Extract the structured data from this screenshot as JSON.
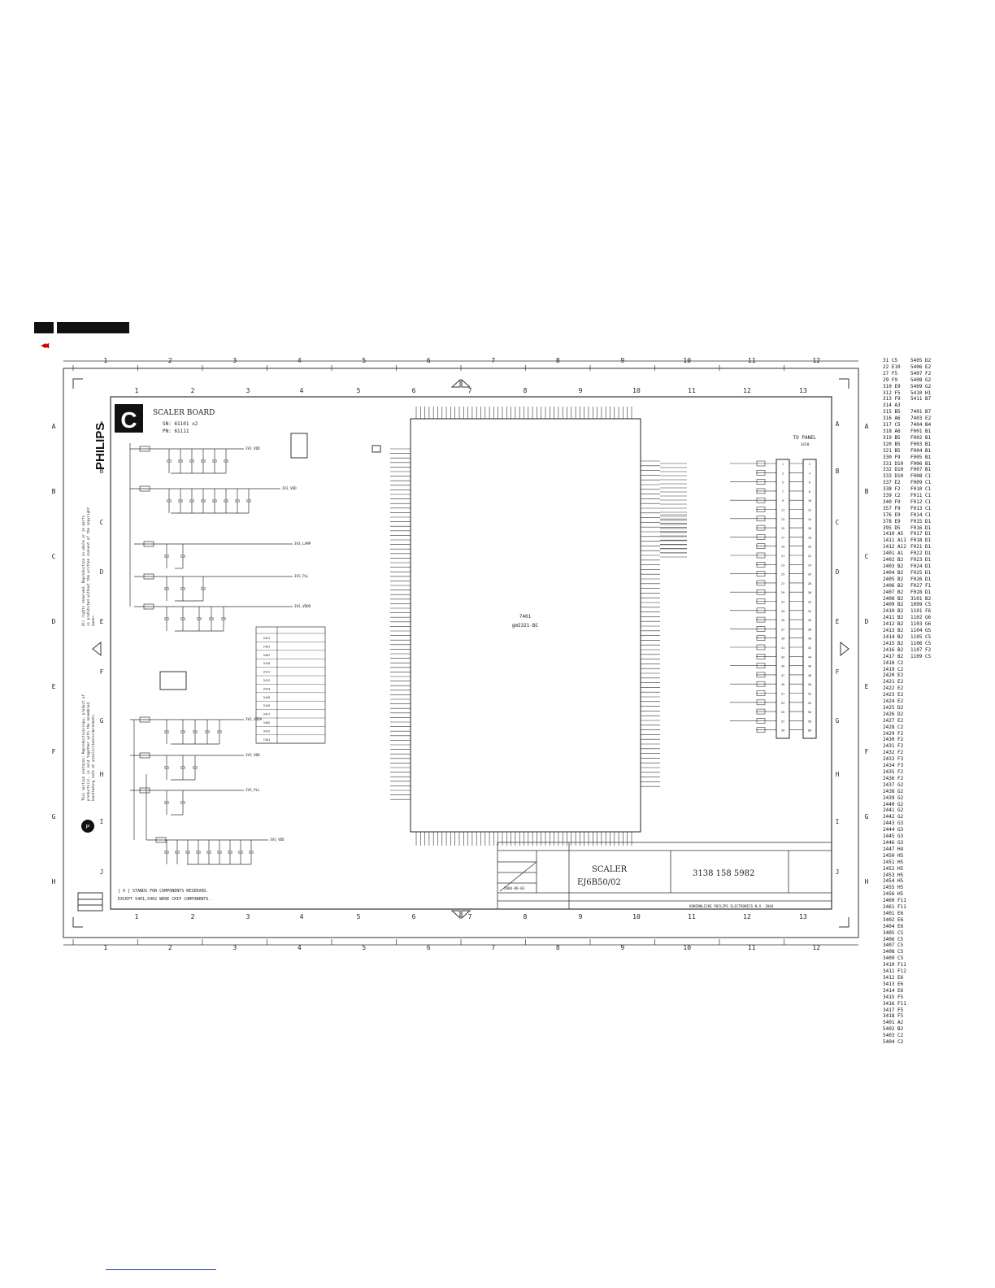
{
  "board": {
    "brand": "PHILIPS",
    "section_letter": "C",
    "title": "SCALER BOARD",
    "sn": "SN: 61101 x2",
    "pn": "PN: 61111"
  },
  "outer_columns": [
    "1",
    "2",
    "3",
    "4",
    "5",
    "6",
    "7",
    "8",
    "9",
    "10",
    "11",
    "12"
  ],
  "outer_rows_left": [
    "A",
    "B",
    "C",
    "D",
    "E",
    "F",
    "G",
    "H"
  ],
  "inner_columns": [
    "1",
    "2",
    "3",
    "4",
    "5",
    "6",
    "7",
    "8",
    "9",
    "10",
    "11",
    "12",
    "13"
  ],
  "inner_rows": [
    "A",
    "B",
    "C",
    "D",
    "E",
    "F",
    "G",
    "H",
    "I",
    "J"
  ],
  "chip": {
    "ref": "7401",
    "name": "gm5321-BC"
  },
  "connector": {
    "title": "TO PANEL",
    "ref": "1410"
  },
  "title_block": {
    "name": "SCALER",
    "model": "EJ6B50/02",
    "code": "3138 158 5982",
    "date": "2004-08-03",
    "copyright": "KONINKLIJKE PHILIPS ELECTRONICS N.V. 2004"
  },
  "notes": {
    "line1": "[ X ]  STANDS  FOR COMPONENTS  RESERVED.",
    "line2": "EXCEPT 5401,5402  WERE CHIP COMPONENTS."
  },
  "rails": [
    "3V3_VDD",
    "3V3_VDD",
    "3V3_LAMP",
    "3V3_PLL",
    "3V3_VDDD",
    "3V3_VDDA",
    "3V3_VDD",
    "3V3_PLL",
    "3V3_VDD"
  ],
  "side_refs": "31 C5\n22 E10\n27 F5\n29 F9\n310 E9\n312 F5\n313 F9\n314 A3\n315 B5\n316 A6\n317 C5\n318 A6\n319 B5\n320 B5\n321 B5\n330 F9\n331 D10\n332 D10\n333 D10\n337 E2\n338 F2\n339 C2\n340 F9\n357 F9\n376 E9\n378 E9\n395 D5\n1410 A5\n1411 A11\n1412 A12\n2401 A1\n2402 B2\n2403 B2\n2404 B2\n2405 B2\n2406 B2\n2407 B2\n2408 B2\n2409 B2\n2410 B2\n2411 B2\n2412 B2\n2413 B2\n2414 B2\n2415 B2\n2416 B2\n2417 B2\n2418 C2\n2419 C2\n2420 E2\n2421 E2\n2422 E2\n2423 E2\n2424 E2\n2425 D2\n2426 D2\n2427 E2\n2428 C2\n2429 F2\n2430 F2\n2431 F2\n2432 F2\n2433 F3\n2434 F3\n2435 F2\n2436 F2\n2437 G2\n2438 G2\n2439 G2\n2440 G2\n2441 G2\n2442 G2\n2443 G3\n2444 G3\n2445 G3\n2446 G3\n2447 H4\n2450 H5\n2451 H5\n2452 H5\n2453 H5\n2454 H5\n2455 H5\n2456 H5\n2460 F11\n2461 F11\n3401 E6\n3402 E6\n3404 E6\n3405 C5\n3406 C5\n3407 C5\n3408 C5\n3409 C5\n3410 F11\n3411 F12\n3412 E6\n3413 E6\n3414 E6\n3415 F5\n3416 F11\n3417 F5\n3418 F5\n5401 A2\n5402 B2\n5403 C2\n5404 C2",
  "side_refs2": "5405 D2\n5406 E2\n5407 F2\n5408 G2\n5409 G2\n5410 H1\n5411 B7\n\n7401 B7\n7403 E2\n7404 B4\nF001 B1\nF002 B1\nF003 B1\nF004 B1\nF005 B1\nF006 B1\nF007 B1\nF008 C1\nF009 C1\nF010 C1\nF011 C1\nF012 C1\nF013 C1\nF014 C1\nF015 D1\nF016 D1\nF017 D1\nF018 D1\nF021 D1\nF022 D1\nF023 D1\nF024 D1\nF025 D1\nF026 D1\nF027 F1\nF028 D1\n3101 B2\n1099 C5\n1101 F6\n1102 G6\n1103 G6\n1104 G5\n1105 C5\n1106 C5\n1107 F2\n1109 C5"
}
